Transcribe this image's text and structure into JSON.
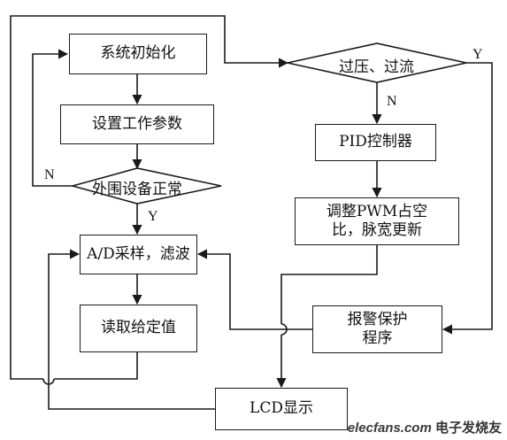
{
  "nodes": {
    "init": "系统初始化",
    "set_params": "设置工作参数",
    "check_peripherals": "外围设备正常",
    "ad_sampling": "A/D采样，滤波",
    "read_setpoint": "读取给定值",
    "lcd_display": "LCD显示",
    "overvoltage_overcurrent": "过压、过流",
    "pid_controller": "PID控制器",
    "adjust_pwm_line1": "调整PWM占空",
    "adjust_pwm_line2": "比，脉宽更新",
    "alarm_line1": "报警保护",
    "alarm_line2": "程序"
  },
  "edge_labels": {
    "peripherals_no": "N",
    "peripherals_yes": "Y",
    "fault_no": "N",
    "fault_yes": "Y"
  },
  "watermark": {
    "site": "elecfans.com",
    "name": "电子发烧友"
  },
  "colors": {
    "line": "#1a1a1a",
    "background": "#ffffff"
  }
}
